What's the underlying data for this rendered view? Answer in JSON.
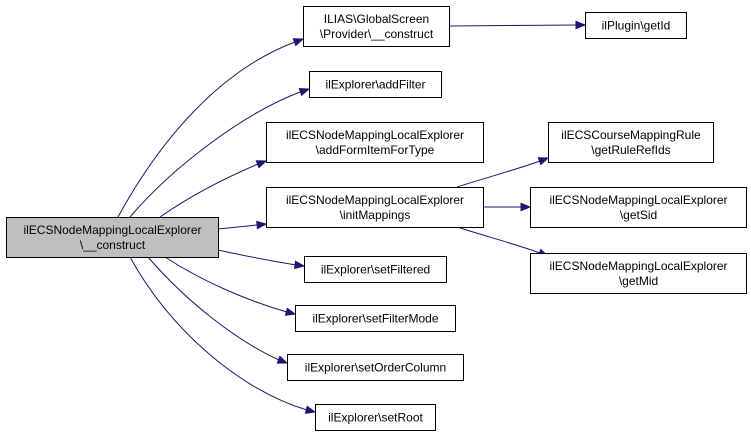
{
  "graph": {
    "colors": {
      "edge": "#191970",
      "root_fill": "#bfbfbf",
      "node_fill": "#ffffff",
      "border": "#000000"
    },
    "nodes": [
      {
        "id": "root",
        "lines": [
          "ilECSNodeMappingLocalExplorer",
          "\\__construct"
        ]
      },
      {
        "id": "gs",
        "lines": [
          "ILIAS\\GlobalScreen",
          "\\Provider\\__construct"
        ]
      },
      {
        "id": "plugin",
        "lines": [
          "ilPlugin\\getId"
        ]
      },
      {
        "id": "addFilter",
        "lines": [
          "ilExplorer\\addFilter"
        ]
      },
      {
        "id": "addForm",
        "lines": [
          "ilECSNodeMappingLocalExplorer",
          "\\addFormItemForType"
        ]
      },
      {
        "id": "initMap",
        "lines": [
          "ilECSNodeMappingLocalExplorer",
          "\\initMappings"
        ]
      },
      {
        "id": "rule",
        "lines": [
          "ilECSCourseMappingRule",
          "\\getRuleRefIds"
        ]
      },
      {
        "id": "sid",
        "lines": [
          "ilECSNodeMappingLocalExplorer",
          "\\getSid"
        ]
      },
      {
        "id": "mid",
        "lines": [
          "ilECSNodeMappingLocalExplorer",
          "\\getMid"
        ]
      },
      {
        "id": "setFiltered",
        "lines": [
          "ilExplorer\\setFiltered"
        ]
      },
      {
        "id": "setFilterMode",
        "lines": [
          "ilExplorer\\setFilterMode"
        ]
      },
      {
        "id": "setOrder",
        "lines": [
          "ilExplorer\\setOrderColumn"
        ]
      },
      {
        "id": "setRoot",
        "lines": [
          "ilExplorer\\setRoot"
        ]
      }
    ],
    "edges": [
      {
        "from": "root",
        "to": "gs"
      },
      {
        "from": "gs",
        "to": "plugin"
      },
      {
        "from": "root",
        "to": "addFilter"
      },
      {
        "from": "root",
        "to": "addForm"
      },
      {
        "from": "root",
        "to": "initMap"
      },
      {
        "from": "initMap",
        "to": "rule"
      },
      {
        "from": "initMap",
        "to": "sid"
      },
      {
        "from": "initMap",
        "to": "mid"
      },
      {
        "from": "root",
        "to": "setFiltered"
      },
      {
        "from": "root",
        "to": "setFilterMode"
      },
      {
        "from": "root",
        "to": "setOrder"
      },
      {
        "from": "root",
        "to": "setRoot"
      }
    ]
  }
}
